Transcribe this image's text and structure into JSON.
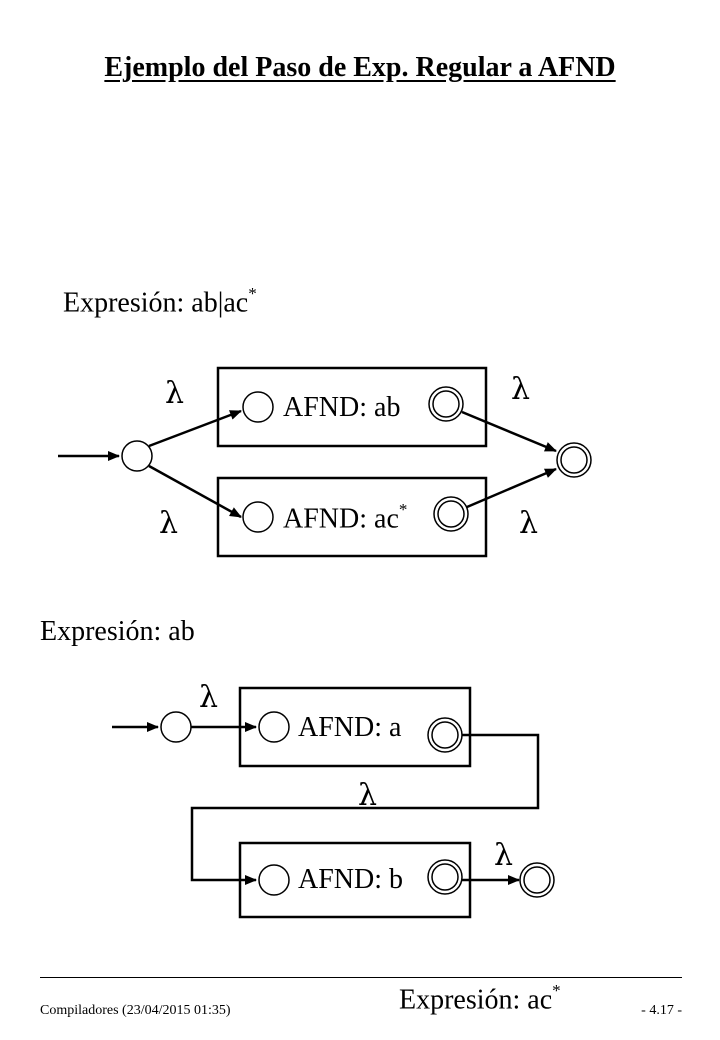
{
  "page": {
    "title": "Ejemplo del Paso de Exp. Regular a AFND"
  },
  "sections": {
    "union": {
      "expression_label": "Expresión: ab|ac",
      "expression_sup": "*",
      "box_top_label": "AFND: ab",
      "box_bottom_label": "AFND: ac",
      "box_bottom_sup": "*",
      "lambda": "λ"
    },
    "concat": {
      "expression_label": "Expresión: ab",
      "box_top_label": "AFND: a",
      "box_bottom_label": "AFND: b",
      "lambda": "λ"
    },
    "kleene": {
      "expression_label": "Expresión: ac",
      "expression_sup": "*"
    }
  },
  "footer": {
    "left": "Compiladores (23/04/2015  01:35)",
    "right": "- 4.17 -"
  }
}
